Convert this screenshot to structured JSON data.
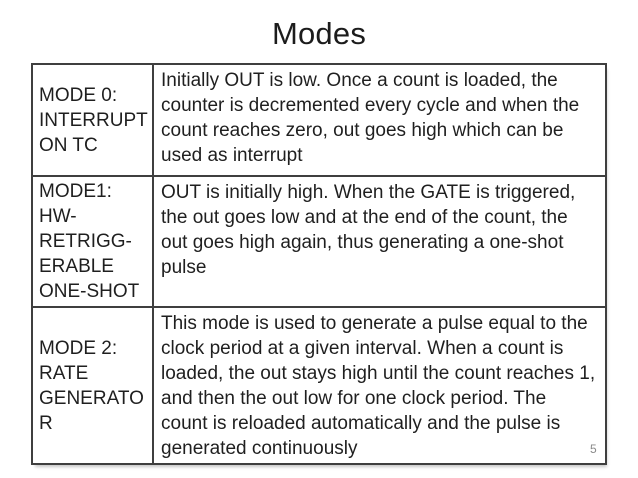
{
  "slide": {
    "title": "Modes",
    "page_number": "5"
  },
  "table": {
    "rows": [
      {
        "mode": "MODE 0:\nINTERRUPT\nON TC",
        "description": "Initially OUT is low. Once a count is loaded, the\ncounter is decremented every cycle and when the\ncount reaches zero, out goes high which can be\nused as interrupt"
      },
      {
        "mode": "MODE1:\nHW-\nRETRIGG-\nERABLE\nONE-SHOT",
        "description": "OUT is initially high. When the GATE is triggered,\nthe out goes low and at the end of the count, the\nout goes high again, thus generating a one-shot\npulse"
      },
      {
        "mode": "MODE 2:\nRATE\nGENERATO\nR",
        "description": "This mode is used to generate a pulse equal to the\nclock period at a given interval. When a count is\nloaded, the out stays high until the count reaches 1,\nand then the out low for one clock period. The\ncount is reloaded automatically and the pulse is\ngenerated continuously"
      }
    ]
  },
  "colors": {
    "background": "#ffffff",
    "text": "#1f1f1f",
    "border": "#3f3f3f",
    "page_number": "#8a8a8a"
  }
}
